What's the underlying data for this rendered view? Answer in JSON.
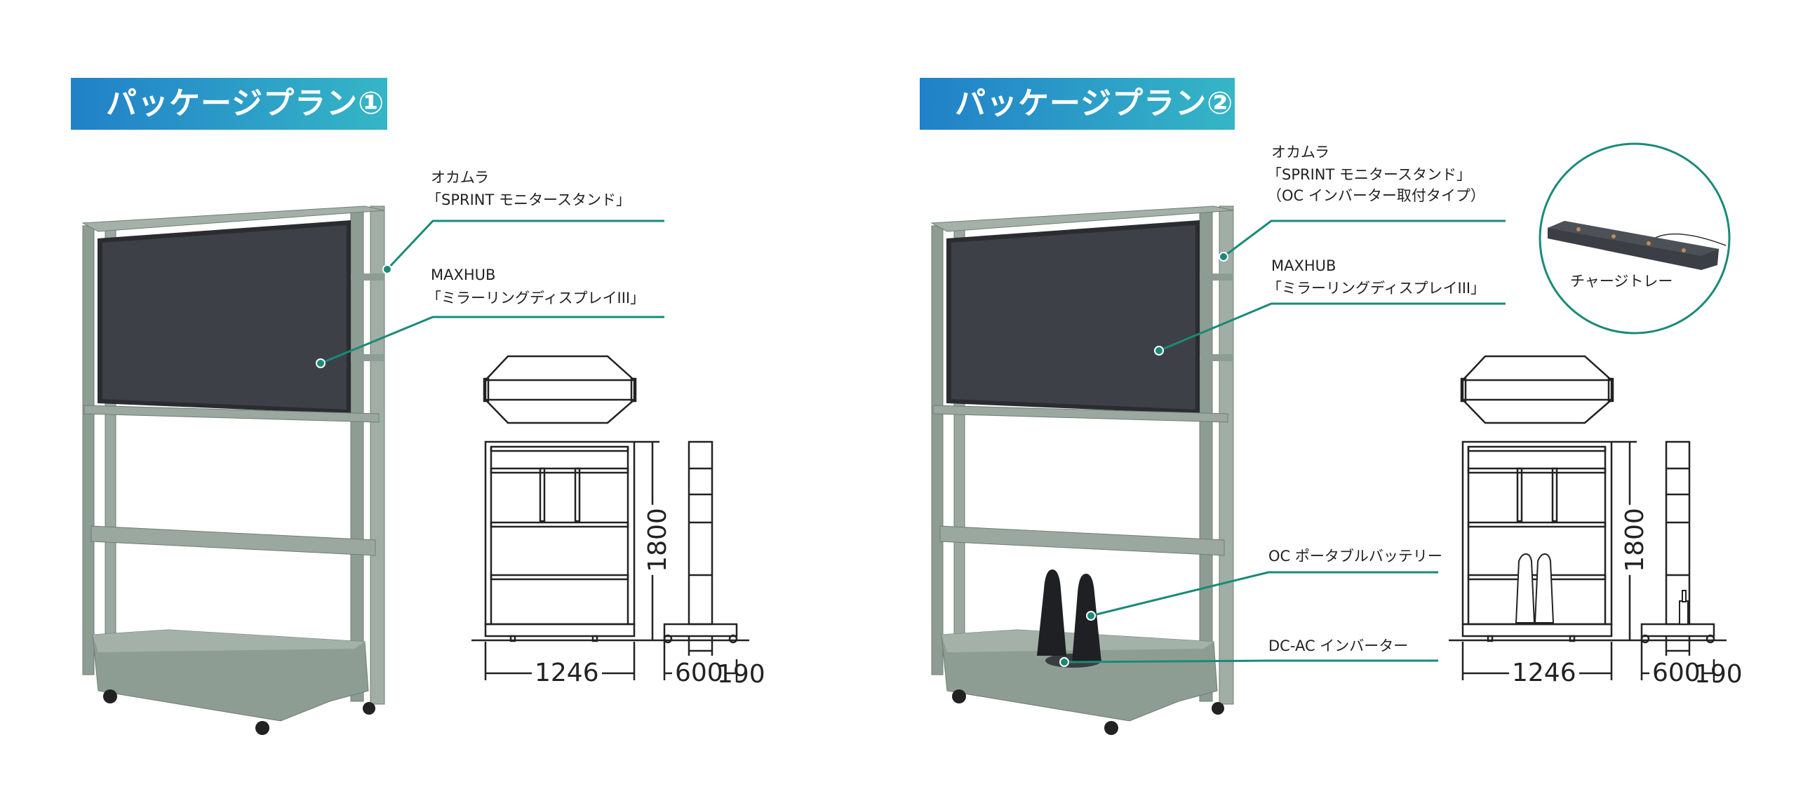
{
  "plans": [
    {
      "title": "パッケージプラン①",
      "labels": {
        "stand_maker": "オカムラ",
        "stand_name": "「SPRINT モニタースタンド」",
        "display_maker": "MAXHUB",
        "display_name": "「ミラーリングディスプレイIII」"
      },
      "dims": {
        "width": "1246",
        "height": "1800",
        "depth": "600",
        "post": "190"
      }
    },
    {
      "title": "パッケージプラン②",
      "labels": {
        "stand_maker": "オカムラ",
        "stand_name": "「SPRINT モニタースタンド」",
        "stand_note": "（OC インバーター取付タイプ）",
        "display_maker": "MAXHUB",
        "display_name": "「ミラーリングディスプレイIII」",
        "battery": "OC ポータブルバッテリー",
        "inverter": "DC-AC インバーター",
        "tray": "チャージトレー"
      },
      "dims": {
        "width": "1246",
        "height": "1800",
        "depth": "600",
        "post": "190"
      }
    }
  ],
  "colors": {
    "accent": "#1a8a78",
    "banner_start": "#2180c8",
    "banner_end": "#35b6c6",
    "stand": "#8e9d93"
  }
}
